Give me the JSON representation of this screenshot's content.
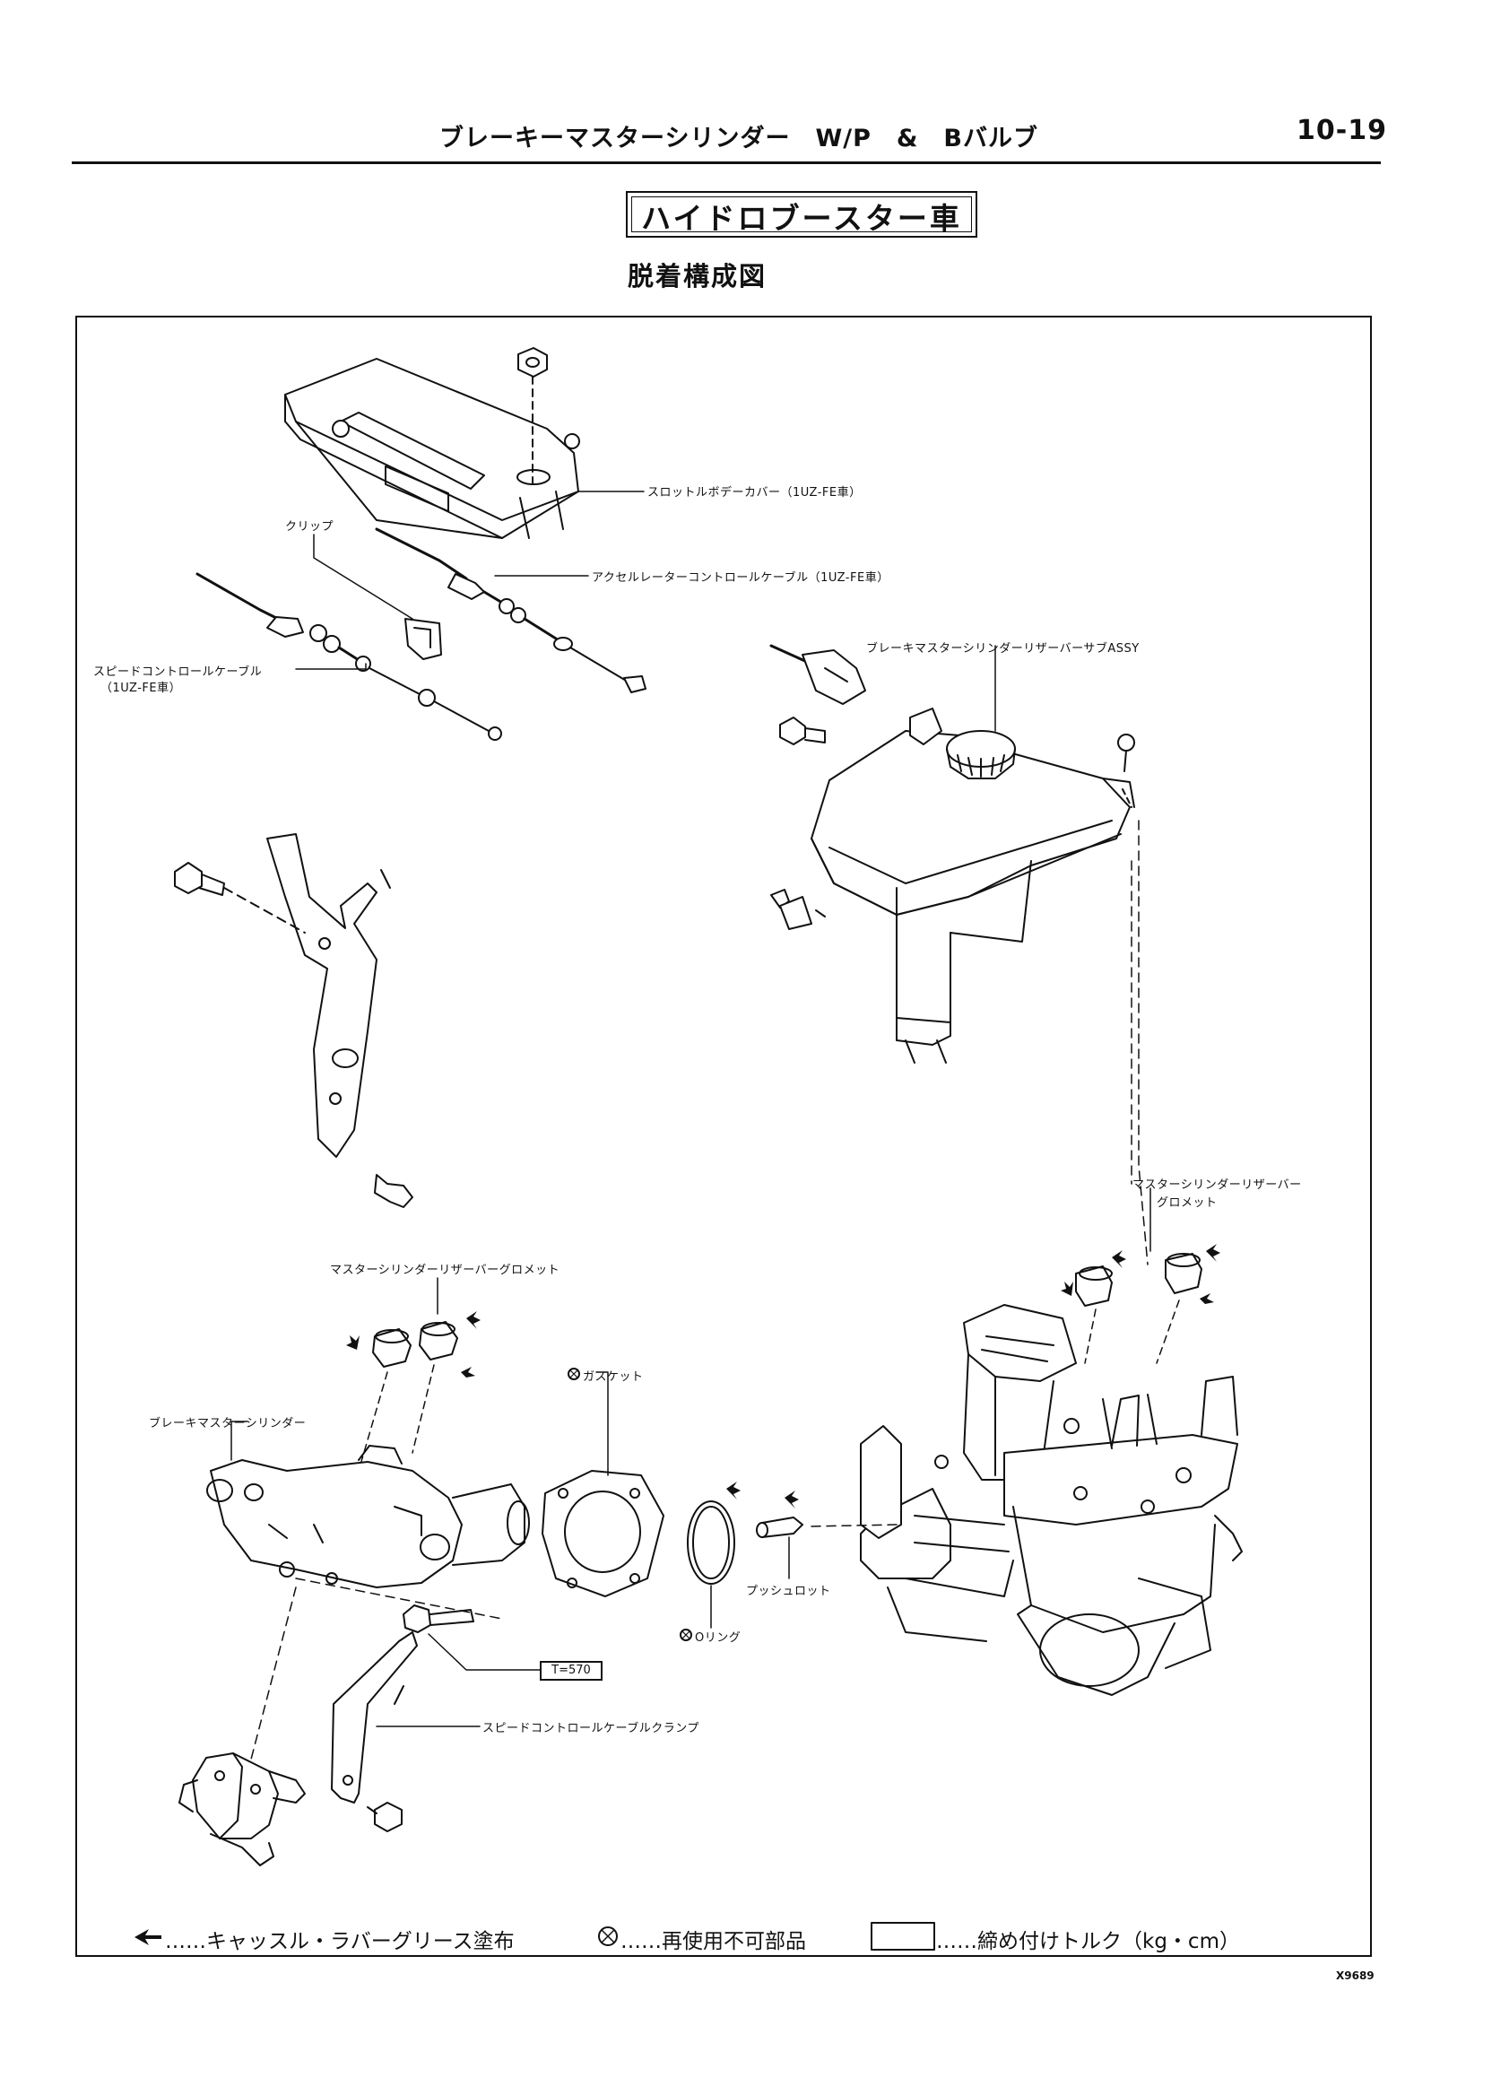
{
  "header": {
    "title": "ブレーキーマスターシリンダー　W/P　&　Bバルブ",
    "page_number": "10-19"
  },
  "section": {
    "title": "ハイドロブースター車",
    "diagram_title": "脱着構成図"
  },
  "callouts": {
    "throttle_cover": "スロットルボデーカバー（1UZ-FE車）",
    "clip": "クリップ",
    "accel_cable": "アクセルレーターコントロールケーブル（1UZ-FE車）",
    "speed_cable_1": "スピードコントロールケーブル",
    "speed_cable_2": "（1UZ-FE車）",
    "reservoir": "ブレーキマスターシリンダーリザーバーサブASSY",
    "right_grommet_1": "マスターシリンダーリザーバー",
    "right_grommet_2": "グロメット",
    "left_grommet": "マスターシリンダーリザーバーグロメット",
    "master_cylinder": "ブレーキマスターシリンダー",
    "gasket": "ガスケット",
    "push_rod": "プッシュロット",
    "o_ring": "Oリング",
    "torque_value": "T=570",
    "cable_clamp": "スピードコントロールケーブルクランプ"
  },
  "legend": {
    "grease": "……キャッスル・ラバーグリース塗布",
    "non_reusable": "……再使用不可部品",
    "torque": "……締め付けトルク（kg・cm）"
  },
  "figure_code": "X9689",
  "colors": {
    "ink": "#111111",
    "paper": "#ffffff"
  }
}
